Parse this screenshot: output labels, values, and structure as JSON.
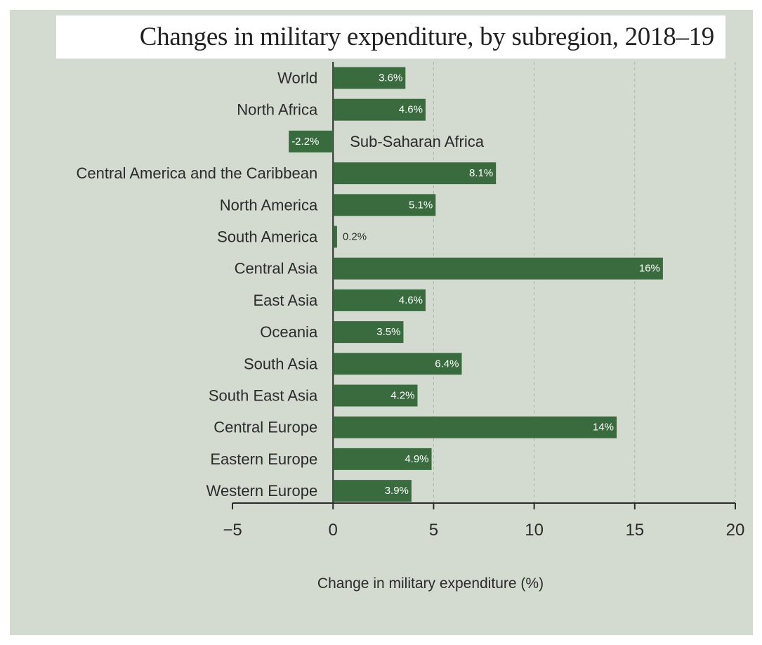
{
  "chart_data": {
    "type": "bar",
    "orientation": "horizontal",
    "title": "Changes in military expenditure, by subregion, 2018–19",
    "xlabel": "Change in military expenditure (%)",
    "ylabel": "",
    "xlim": [
      -5,
      20
    ],
    "xticks": [
      "-5",
      "0",
      "5",
      "10",
      "15",
      "20"
    ],
    "grid": "vertical dashed",
    "bar_color": "#3a6b3f",
    "background_color": "#d3dbd0",
    "categories": [
      "World",
      "North Africa",
      "Sub-Saharan Africa",
      "Central America and the Caribbean",
      "North America",
      "South America",
      "Central Asia",
      "East Asia",
      "Oceania",
      "South Asia",
      "South East Asia",
      "Central Europe",
      "Eastern Europe",
      "Western Europe"
    ],
    "values": [
      3.6,
      4.6,
      -2.2,
      8.1,
      5.1,
      0.2,
      16.4,
      4.6,
      3.5,
      6.4,
      4.2,
      14.1,
      4.9,
      3.9
    ],
    "value_labels": [
      "3.6%",
      "4.6%",
      "-2.2%",
      "8.1%",
      "5.1%",
      "0.2%",
      "16%",
      "4.6%",
      "3.5%",
      "6.4%",
      "4.2%",
      "14%",
      "4.9%",
      "3.9%"
    ]
  }
}
